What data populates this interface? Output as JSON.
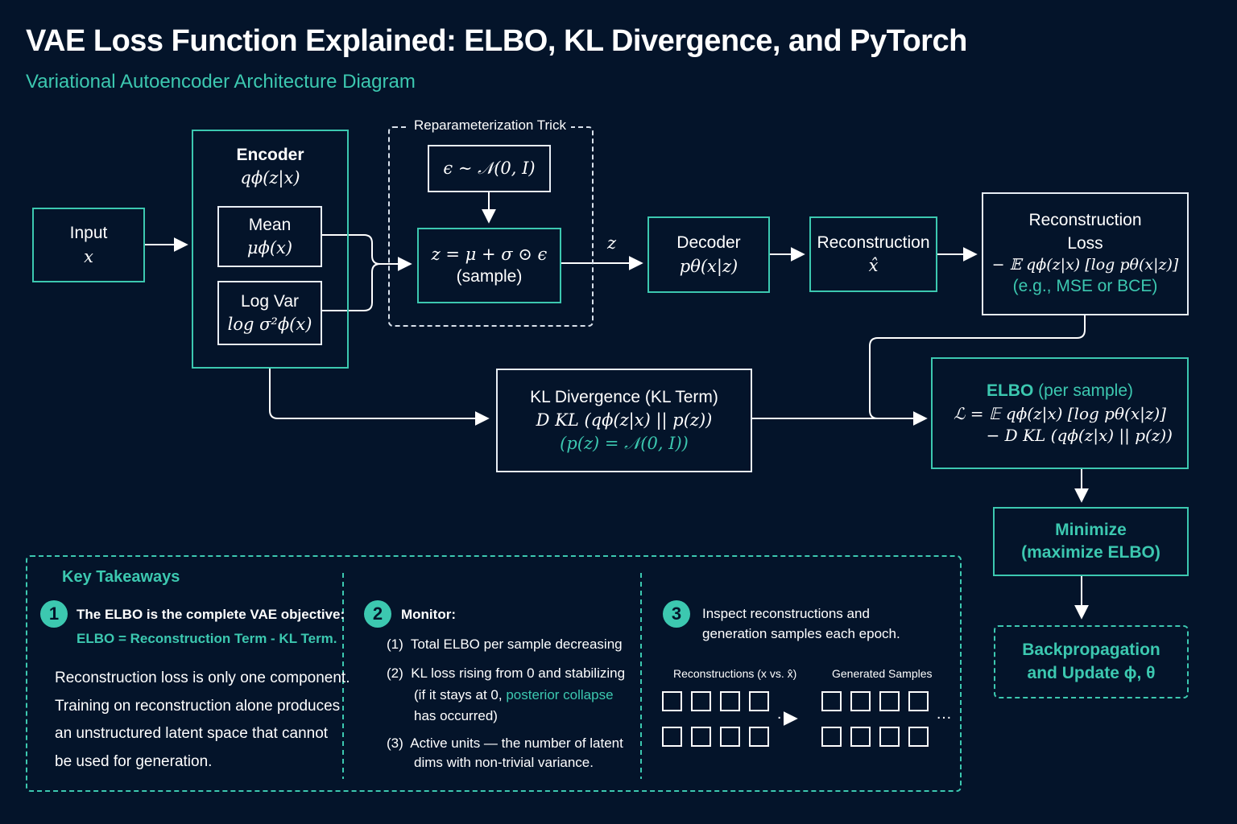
{
  "title": "VAE Loss Function Explained: ELBO, KL Divergence, and PyTorch",
  "subtitle": "Variational Autoencoder Architecture Diagram",
  "input": {
    "label": "Input",
    "math": "x"
  },
  "encoder": {
    "label": "Encoder",
    "math": "qϕ(z|x)"
  },
  "mean": {
    "label": "Mean",
    "math": "μϕ(x)"
  },
  "logvar": {
    "label": "Log Var",
    "math": "log σ²ϕ(x)"
  },
  "reparam": {
    "label": "Reparameterization Trick",
    "epsilon": "ϵ ∼ 𝒩(0, I)",
    "z_formula": "z = μ + σ ⊙ ϵ",
    "z_note": "(sample)"
  },
  "z_label": "z",
  "decoder": {
    "label": "Decoder",
    "math": "pθ(x|z)"
  },
  "reconstruction": {
    "label": "Reconstruction",
    "math": "x̂"
  },
  "recon_loss": {
    "line1": "Reconstruction",
    "line2": "Loss",
    "math": "− 𝔼 qϕ(z|x) [log pθ(x|z)]",
    "note": "(e.g., MSE or BCE)"
  },
  "kl": {
    "label": "KL Divergence (KL Term)",
    "math": "D KL (qϕ(z|x) || p(z))",
    "note": "(p(z) = 𝒩(0, I))"
  },
  "elbo": {
    "label": "ELBO",
    "label_suffix": "(per sample)",
    "line1": "ℒ = 𝔼 qϕ(z|x) [log pθ(x|z)]",
    "line2": "− D KL (qϕ(z|x) || p(z))"
  },
  "minimize": {
    "line1": "Minimize",
    "line2": "(maximize ELBO)"
  },
  "backprop": {
    "line1": "Backpropagation",
    "line2": "and Update ϕ, θ"
  },
  "takeaways": {
    "title": "Key Takeaways",
    "col1": {
      "num": "1",
      "head": "The ELBO is the complete VAE objective:",
      "formula": "ELBO = Reconstruction Term - KL Term.",
      "body": [
        "Reconstruction loss is only one component.",
        "Training on reconstruction alone produces",
        "an unstructured latent space that cannot",
        "be used for generation."
      ]
    },
    "col2": {
      "num": "2",
      "head": "Monitor:",
      "item1": "(1)  Total ELBO per sample decreasing",
      "item2a": "(2)  KL loss rising from 0 and stabilizing",
      "item2b_pre": "(if it stays at 0, ",
      "item2b_teal": "posterior collapse",
      "item2c": "has occurred)",
      "item3a": "(3)  Active units — the number of latent",
      "item3b": "dims with non-trivial variance."
    },
    "col3": {
      "num": "3",
      "head1": "Inspect reconstructions and",
      "head2": "generation samples each epoch.",
      "recon_label": "Reconstructions (x vs. x̂)",
      "gen_label": "Generated Samples",
      "ellipsis": "…"
    }
  }
}
